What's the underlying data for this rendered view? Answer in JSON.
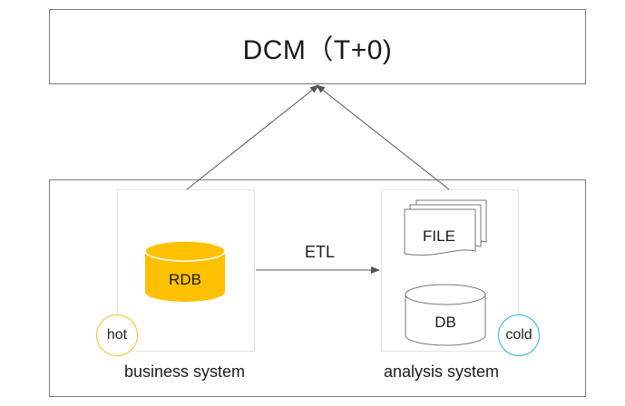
{
  "top": {
    "title": "DCM（T+0)"
  },
  "panels": {
    "business": {
      "caption": "business system",
      "db_label": "RDB",
      "badge": "hot"
    },
    "analysis": {
      "caption": "analysis system",
      "file_label": "FILE",
      "db_label": "DB",
      "badge": "cold"
    }
  },
  "flow": {
    "etl_label": "ETL"
  },
  "colors": {
    "rdb_fill": "#ffc000",
    "hot_ring": "#f2c02b",
    "cold_ring": "#2ab4de",
    "db_fill": "#ffffff",
    "line": "#555555"
  }
}
